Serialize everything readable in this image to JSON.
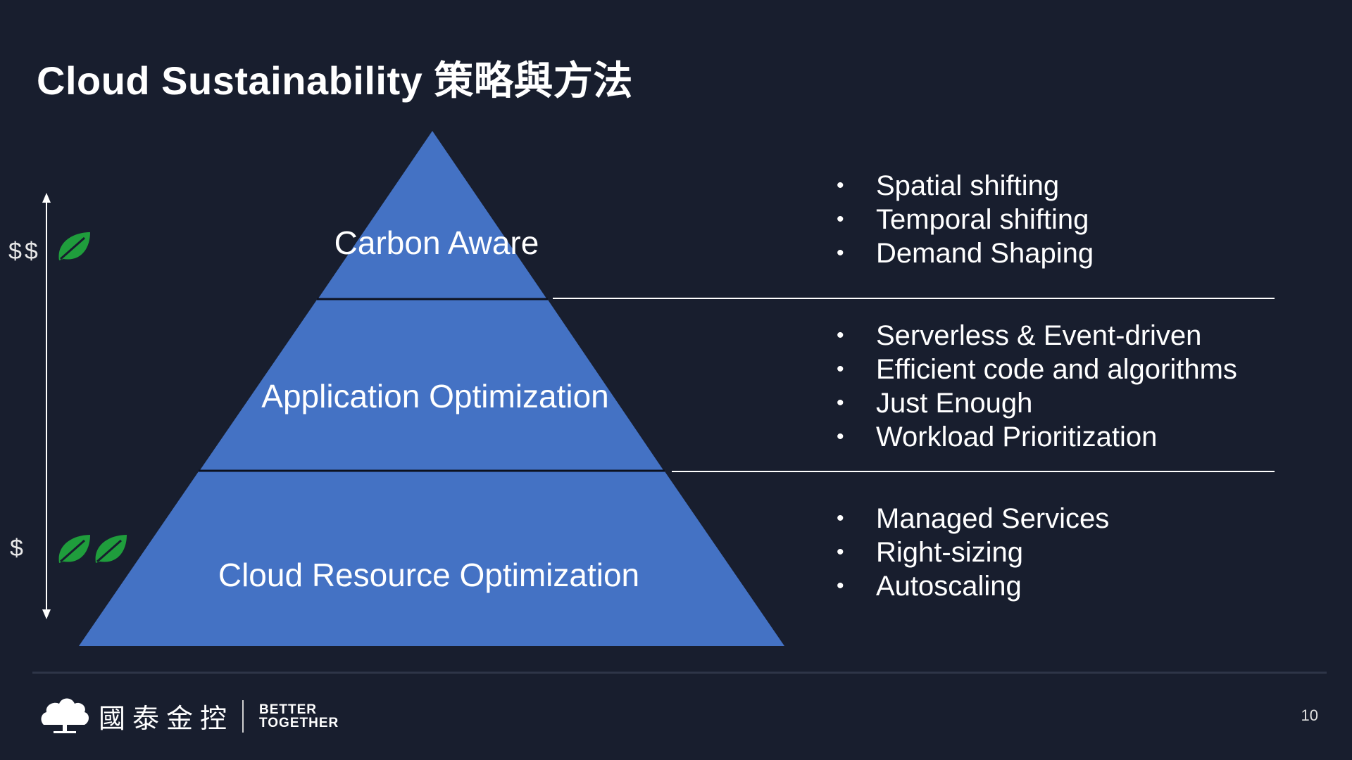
{
  "title": "Cloud Sustainability 策略與方法",
  "cost_scale": {
    "high_label": "$$",
    "low_label": "$",
    "high_leaf_count": 1,
    "low_leaf_count": 2,
    "leaf_color": "#1f9d3c"
  },
  "pyramid": {
    "fill_color": "#4472c4",
    "tiers": [
      {
        "label": "Carbon Aware",
        "items": [
          "Spatial shifting",
          "Temporal shifting",
          "Demand Shaping"
        ]
      },
      {
        "label": "Application Optimization",
        "items": [
          "Serverless & Event-driven",
          "Efficient code and algorithms",
          "Just Enough",
          "Workload Prioritization"
        ]
      },
      {
        "label": "Cloud Resource Optimization",
        "items": [
          "Managed Services",
          "Right-sizing",
          "Autoscaling"
        ]
      }
    ]
  },
  "footer": {
    "brand_name": "國泰金控",
    "slogan_line1": "BETTER",
    "slogan_line2": "TOGETHER",
    "page_number": "10"
  }
}
